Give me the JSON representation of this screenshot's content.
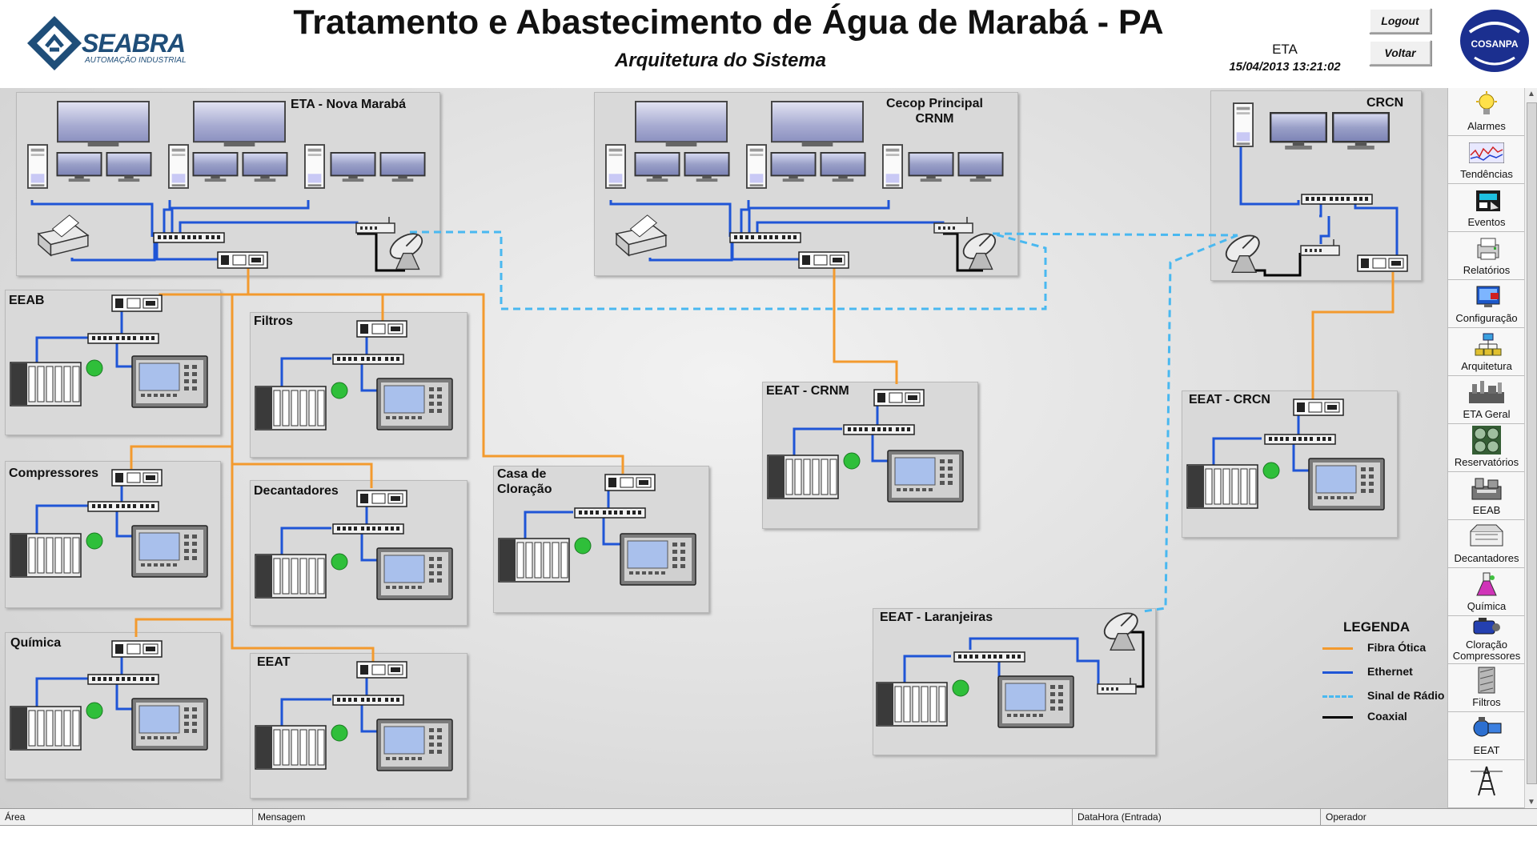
{
  "header": {
    "brand": "SEABRA",
    "brand_sub": "AUTOMAÇÃO INDUSTRIAL",
    "title": "Tratamento e Abastecimento de Água de Marabá - PA",
    "subtitle": "Arquitetura do Sistema",
    "location": "ETA",
    "datetime": "15/04/2013 13:21:02",
    "logout_label": "Logout",
    "back_label": "Voltar",
    "partner_logo": "COSANPA"
  },
  "stations": {
    "eta_nova_maraba": "ETA - Nova Marabá",
    "cecop_line1": "Cecop Principal",
    "cecop_line2": "CRNM",
    "crcn": "CRCN",
    "eeab": "EEAB",
    "filtros": "Filtros",
    "compressores": "Compressores",
    "decantadores": "Decantadores",
    "casa_line1": "Casa de",
    "casa_line2": "Cloração",
    "eeat_crnm": "EEAT - CRNM",
    "eeat_crcn": "EEAT - CRCN",
    "quimica": "Química",
    "eeat": "EEAT",
    "eeat_laranjeiras": "EEAT - Laranjeiras"
  },
  "legend": {
    "title": "LEGENDA",
    "items": [
      {
        "label": "Fibra Ótica",
        "color": "#f39a2e",
        "style": "solid"
      },
      {
        "label": "Ethernet",
        "color": "#1f55d6",
        "style": "solid"
      },
      {
        "label": "Sinal de Rádio",
        "color": "#49b8f0",
        "style": "dashed"
      },
      {
        "label": "Coaxial",
        "color": "#000000",
        "style": "solid"
      }
    ]
  },
  "colors": {
    "fiber": "#f39a2e",
    "ethernet": "#1f55d6",
    "radio": "#49b8f0",
    "coax": "#000000",
    "status_ok": "#2fbf3a"
  },
  "nav": [
    {
      "label": "Alarmes",
      "icon": "lightbulb-icon"
    },
    {
      "label": "Tendências",
      "icon": "trend-chart-icon"
    },
    {
      "label": "Eventos",
      "icon": "events-icon"
    },
    {
      "label": "Relatórios",
      "icon": "report-icon"
    },
    {
      "label": "Configuração",
      "icon": "config-icon"
    },
    {
      "label": "Arquitetura",
      "icon": "architecture-icon"
    },
    {
      "label": "ETA Geral",
      "icon": "plant-icon"
    },
    {
      "label": "Reservatórios",
      "icon": "reservoir-icon"
    },
    {
      "label": "EEAB",
      "icon": "eeab-icon"
    },
    {
      "label": "Decantadores",
      "icon": "decanter-icon"
    },
    {
      "label": "Química",
      "icon": "flask-icon"
    },
    {
      "label": "Cloração Compressores",
      "icon": "compressor-icon"
    },
    {
      "label": "Filtros",
      "icon": "filter-icon"
    },
    {
      "label": "EEAT",
      "icon": "pump-icon"
    },
    {
      "label": "",
      "icon": "tower-icon"
    }
  ],
  "alarm_table": {
    "columns": [
      "Área",
      "Mensagem",
      "DataHora (Entrada)",
      "Operador"
    ]
  }
}
